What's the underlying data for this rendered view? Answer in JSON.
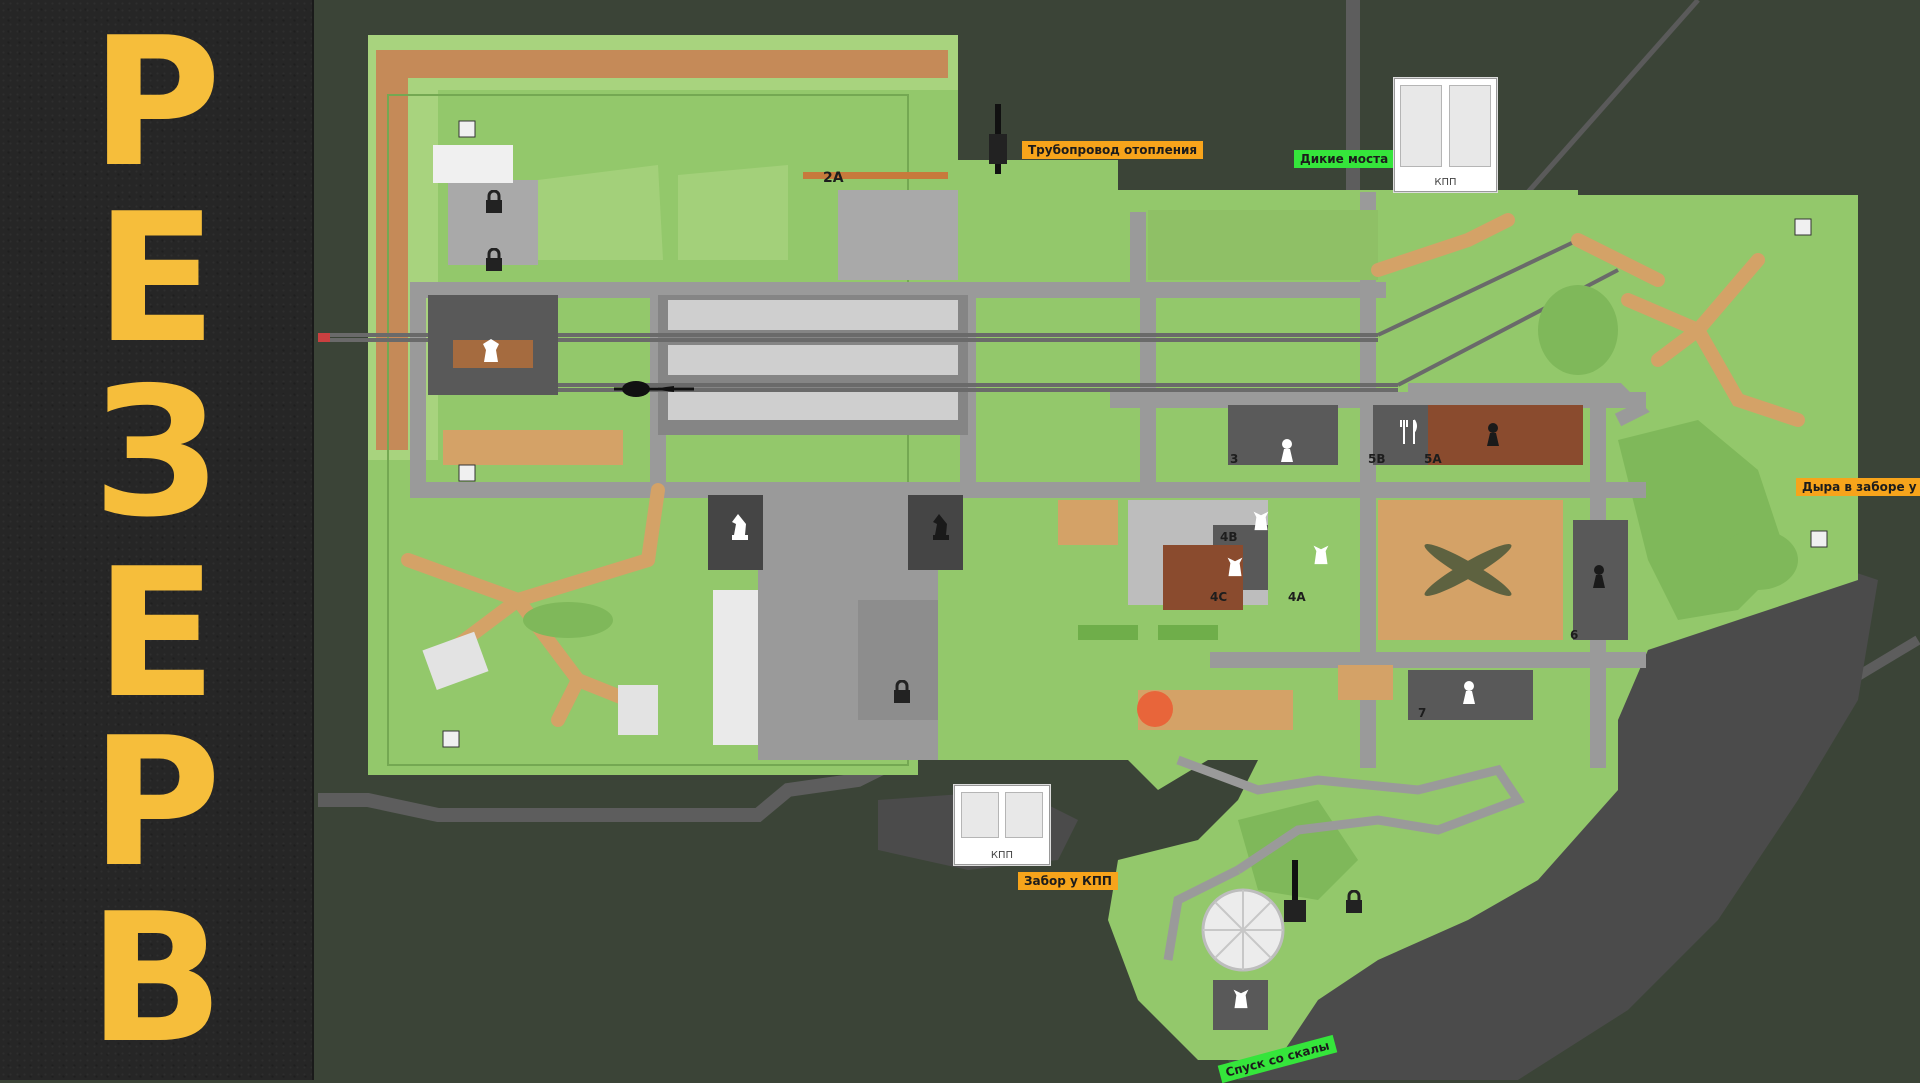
{
  "title": {
    "letters": [
      "Р",
      "Е",
      "З",
      "Е",
      "Р",
      "В"
    ]
  },
  "map": {
    "extract_labels": [
      {
        "id": "pipeline",
        "text": "Трубопровод отопления",
        "style": "orange"
      },
      {
        "id": "wild-bridge",
        "text": "Дикие моста",
        "style": "green"
      },
      {
        "id": "fence-hole",
        "text": "Дыра в заборе у с",
        "style": "orange"
      },
      {
        "id": "checkpoint-fence",
        "text": "Забор у КПП",
        "style": "orange"
      },
      {
        "id": "cliff-descent",
        "text": "Спуск со скалы",
        "style": "green"
      }
    ],
    "zones": [
      {
        "id": "2a",
        "text": "2A"
      },
      {
        "id": "3",
        "text": "3"
      },
      {
        "id": "5b",
        "text": "5B"
      },
      {
        "id": "5a",
        "text": "5A"
      },
      {
        "id": "4b",
        "text": "4B"
      },
      {
        "id": "4c",
        "text": "4C"
      },
      {
        "id": "4a",
        "text": "4A"
      },
      {
        "id": "6",
        "text": "6"
      },
      {
        "id": "7",
        "text": "7"
      }
    ],
    "insets": [
      {
        "id": "kpp-top",
        "caption": "КПП"
      },
      {
        "id": "kpp-bottom",
        "caption": "КПП"
      }
    ],
    "colors": {
      "grass": "#93c86b",
      "grass_dark": "#7fb85a",
      "road": "#9a9a9a",
      "dirt": "#d4a267",
      "rock": "#4a4a4a",
      "extract_orange": "#f7a41b",
      "extract_green": "#35e53b",
      "title_yellow": "#f6be3b"
    }
  }
}
